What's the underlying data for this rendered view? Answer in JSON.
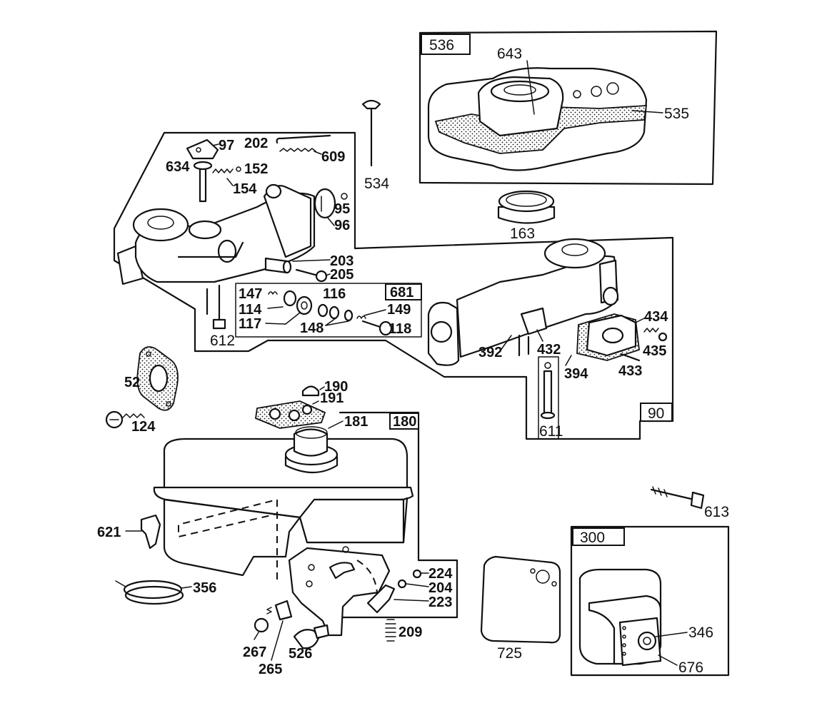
{
  "parts": {
    "p536": "536",
    "p643": "643",
    "p535": "535",
    "p534": "534",
    "p163": "163",
    "p97": "97",
    "p202": "202",
    "p634": "634",
    "p152": "152",
    "p609": "609",
    "p154": "154",
    "p95": "95",
    "p96": "96",
    "p203": "203",
    "p205": "205",
    "p681": "681",
    "p147": "147",
    "p114": "114",
    "p116": "116",
    "p117": "117",
    "p149": "149",
    "p148": "148",
    "p118": "118",
    "p612": "612",
    "p434": "434",
    "p392": "392",
    "p432": "432",
    "p435": "435",
    "p394": "394",
    "p433": "433",
    "p90": "90",
    "p611": "611",
    "p52": "52",
    "p124": "124",
    "p190": "190",
    "p191": "191",
    "p181": "181",
    "p180": "180",
    "p621": "621",
    "p356": "356",
    "p224": "224",
    "p204": "204",
    "p223": "223",
    "p209": "209",
    "p267": "267",
    "p265": "265",
    "p526": "526",
    "p613": "613",
    "p300": "300",
    "p725": "725",
    "p346": "346",
    "p676": "676"
  }
}
